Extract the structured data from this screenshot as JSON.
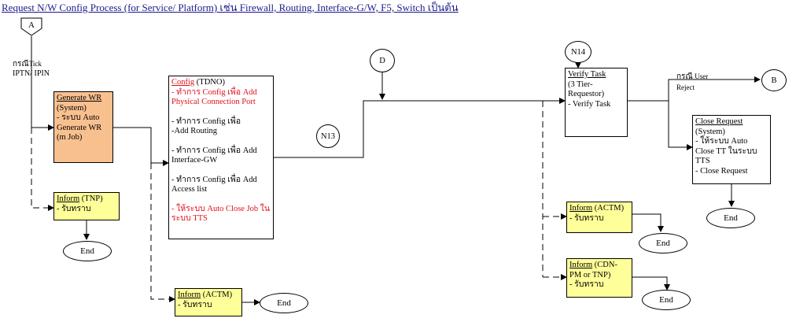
{
  "title": "Request N/W Config Process (for Service/ Platform) เช่น Firewall, Routing, Interface-G/W, F5, Switch เป็นต้น",
  "connectors": {
    "a": "A",
    "b": "B",
    "d": "D",
    "n13": "N13",
    "n14": "N14"
  },
  "labels": {
    "tick_1": "กรณี",
    "tick_2": "Tick",
    "tick_3": "IPTN/ IPIN",
    "user_reject_1": "กรณี",
    "user_reject_2": "User",
    "user_reject_3": "Reject"
  },
  "generate_wr": {
    "head": "Generate WR",
    "lines": [
      "(System)",
      "- ระบบ Auto",
      "Generate WR",
      "(m Job)"
    ]
  },
  "inform_tnp": {
    "head": "Inform",
    "suffix": " (TNP)",
    "body": "- รับทราบ"
  },
  "config": {
    "head": "Config",
    "suffix": " (TDNO)",
    "red1": "- ทำการ Config เพื่อ Add Physical Connection Port",
    "b1": "- ทำการ Config เพื่อ",
    "b2": "-Add Routing",
    "b3": "- ทำการ Config เพื่อ Add Interface-GW",
    "b4": "- ทำการ Config เพื่อ Add Access list",
    "red2": "- ให้ระบบ Auto Close Job ในระบบ TTS"
  },
  "inform_actm_1": {
    "head": "Inform",
    "suffix": " (ACTM)",
    "body": "- รับทราบ"
  },
  "verify_task": {
    "head": "Verify Task",
    "lines": [
      "(3 Tier-",
      "Requestor)",
      "- Verify Task"
    ]
  },
  "close_request": {
    "head": "Close Request",
    "lines": [
      "(System)",
      "- ให้ระบบ Auto",
      "Close TT ในระบบ",
      "TTS",
      "- Close Request"
    ]
  },
  "inform_actm_2": {
    "head": "Inform",
    "suffix": " (ACTM)",
    "body": "- รับทราบ"
  },
  "inform_cdn": {
    "head": "Inform",
    "suffix": " (CDN-",
    "line2": "PM or TNP)",
    "body": "- รับทราบ"
  },
  "end_label": "End"
}
